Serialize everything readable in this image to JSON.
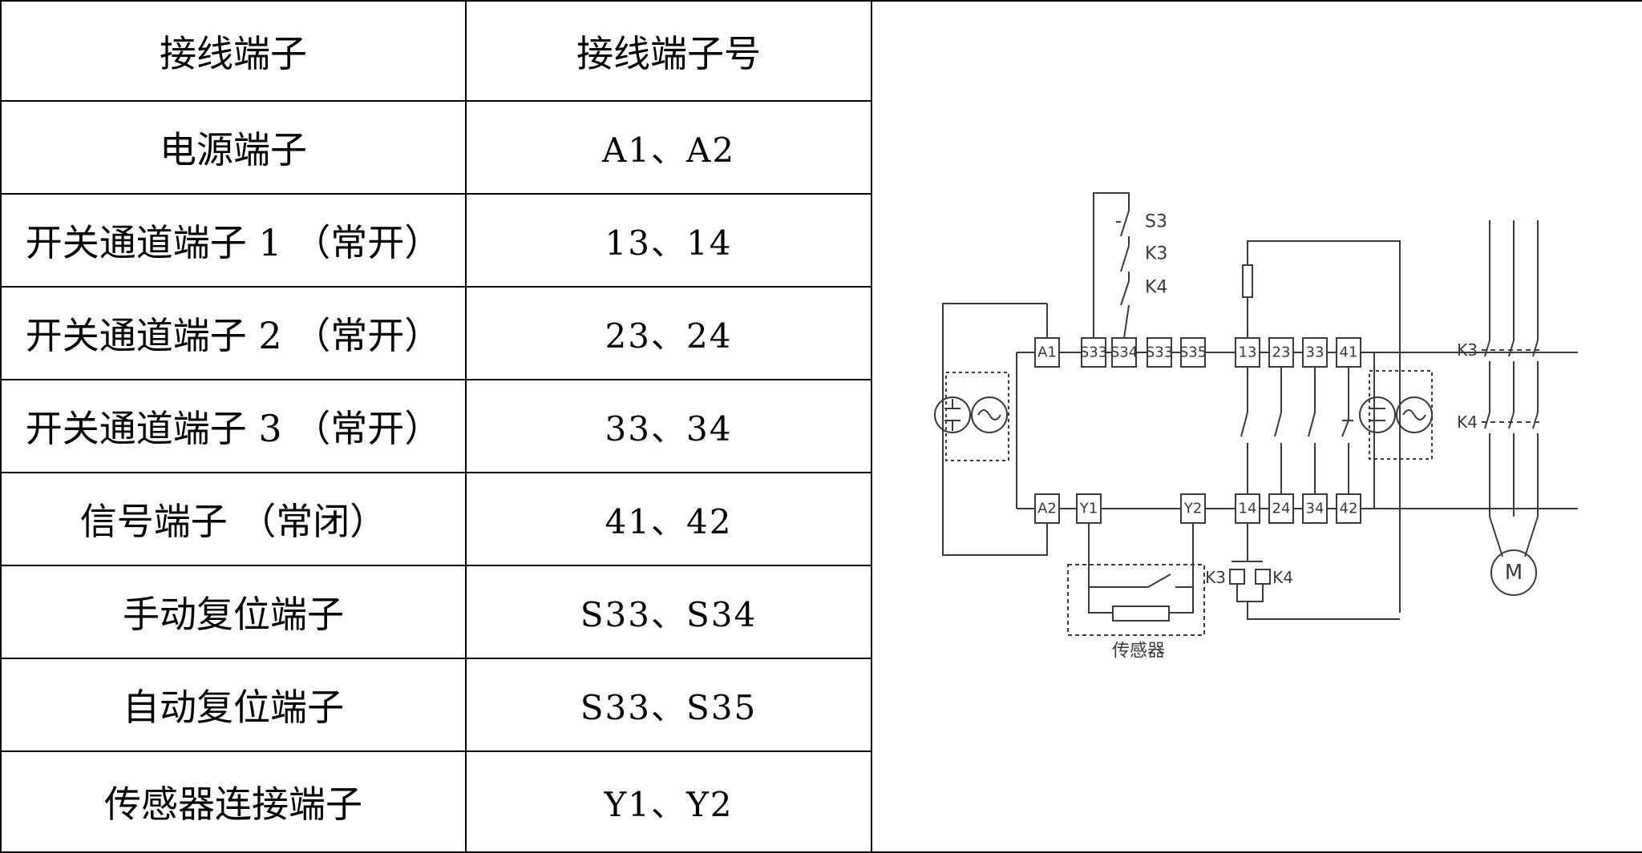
{
  "table": {
    "headers": [
      "接线端子",
      "接线端子号"
    ],
    "rows": [
      {
        "name": "电源端子",
        "terminals": "A1、A2"
      },
      {
        "name": "开关通道端子 1 （常开）",
        "terminals": "13、14"
      },
      {
        "name": "开关通道端子 2 （常开）",
        "terminals": "23、24"
      },
      {
        "name": "开关通道端子 3 （常开）",
        "terminals": "33、34"
      },
      {
        "name": "信号端子 （常闭）",
        "terminals": "41、42"
      },
      {
        "name": "手动复位端子",
        "terminals": "S33、S34"
      },
      {
        "name": "自动复位端子",
        "terminals": "S33、S35"
      },
      {
        "name": "传感器连接端子",
        "terminals": "Y1、Y2"
      }
    ]
  },
  "diagram": {
    "top_terminals": [
      "A1",
      "S33",
      "S34",
      "S33",
      "S35",
      "13",
      "23",
      "33",
      "41"
    ],
    "bottom_terminals": [
      "A2",
      "Y1",
      "Y2",
      "14",
      "24",
      "34",
      "42"
    ],
    "switch_labels": [
      "S3",
      "K3",
      "K4"
    ],
    "coil_labels": [
      "K3",
      "K4"
    ],
    "sensor_label": "传感器",
    "motor_contact_labels": [
      "K3",
      "K4"
    ],
    "motor_label": "M"
  }
}
